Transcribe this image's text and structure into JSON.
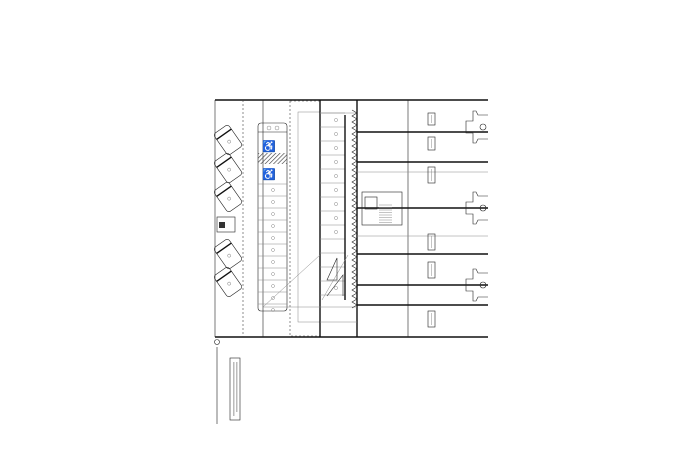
{
  "drawing": {
    "type": "floor-plan",
    "accessible_space_symbols": 2,
    "stairs": 1,
    "colors": {
      "line": "#222222",
      "background": "#ffffff"
    }
  }
}
